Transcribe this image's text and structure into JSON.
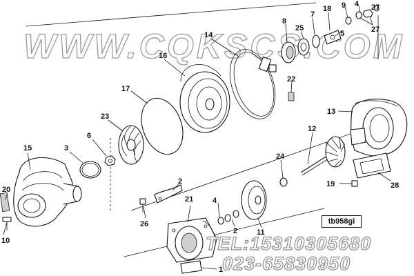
{
  "watermark": "WWW.CQKSCS.COM",
  "contact": {
    "phone": "TEL:15310305680",
    "alt_phone": "023-65830950"
  },
  "drawing_code": "tb958gi",
  "callouts": {
    "c1": "1",
    "c2a": "2",
    "c2b": "2",
    "c3": "3",
    "c4a": "4",
    "c4b": "4",
    "c5": "5",
    "c6": "6",
    "c7": "7",
    "c8": "8",
    "c9": "9",
    "c10": "10",
    "c11": "11",
    "c12": "12",
    "c13": "13",
    "c14": "14",
    "c15": "15",
    "c16": "16",
    "c17": "17",
    "c18": "18",
    "c19": "19",
    "c20": "20",
    "c21": "21",
    "c22": "22",
    "c23": "23",
    "c24": "24",
    "c25": "25",
    "c26": "26",
    "c27a": "27",
    "c27b": "27",
    "c28": "28"
  },
  "colors": {
    "line": "#111111",
    "watermark_outline": "#9a9a9a",
    "background": "#ffffff"
  }
}
